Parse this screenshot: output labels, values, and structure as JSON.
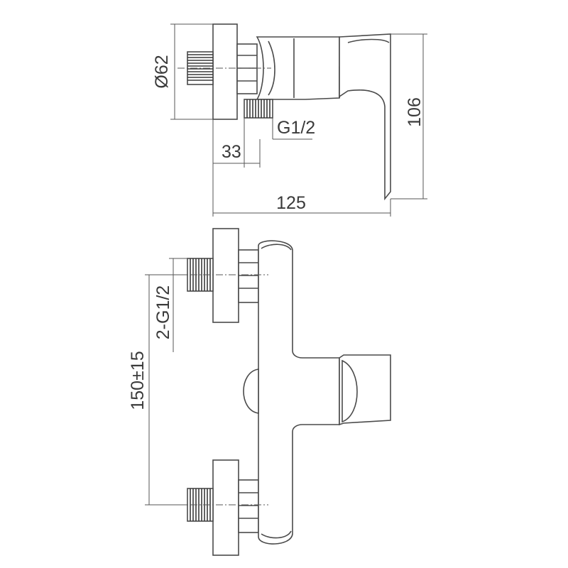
{
  "colors": {
    "line": "#4a4a4a",
    "background": "#ffffff"
  },
  "dimensions": {
    "diameter": "Ø62",
    "thread_single": "G1/2",
    "offset": "33",
    "length": "125",
    "height": "106",
    "spacing": "150±15",
    "thread_pair": "2-G1/2"
  }
}
